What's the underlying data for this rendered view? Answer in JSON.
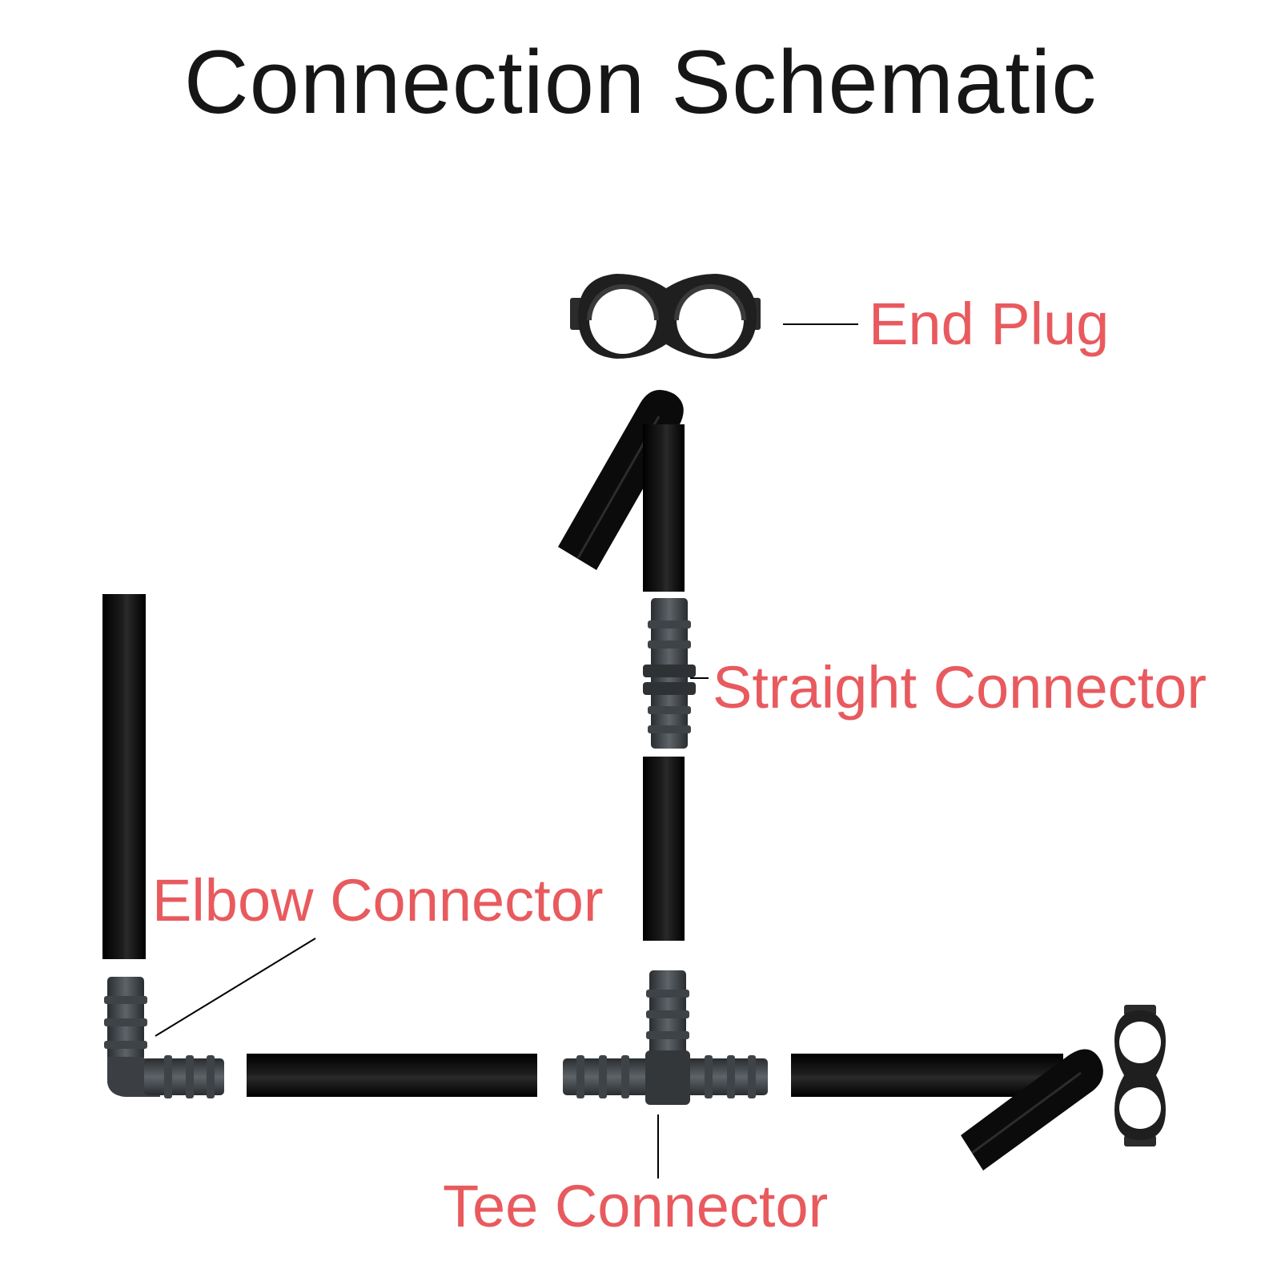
{
  "title": "Connection Schematic",
  "labels": {
    "end_plug": "End Plug",
    "straight_connector": "Straight Connector",
    "elbow_connector": "Elbow Connector",
    "tee_connector": "Tee Connector"
  },
  "colors": {
    "label": "#e85a5e",
    "title": "#161616",
    "tube": "#0b0b0b",
    "fitting": "#3b3f43",
    "fitting_highlight": "#5a6066",
    "leader": "#000000"
  }
}
